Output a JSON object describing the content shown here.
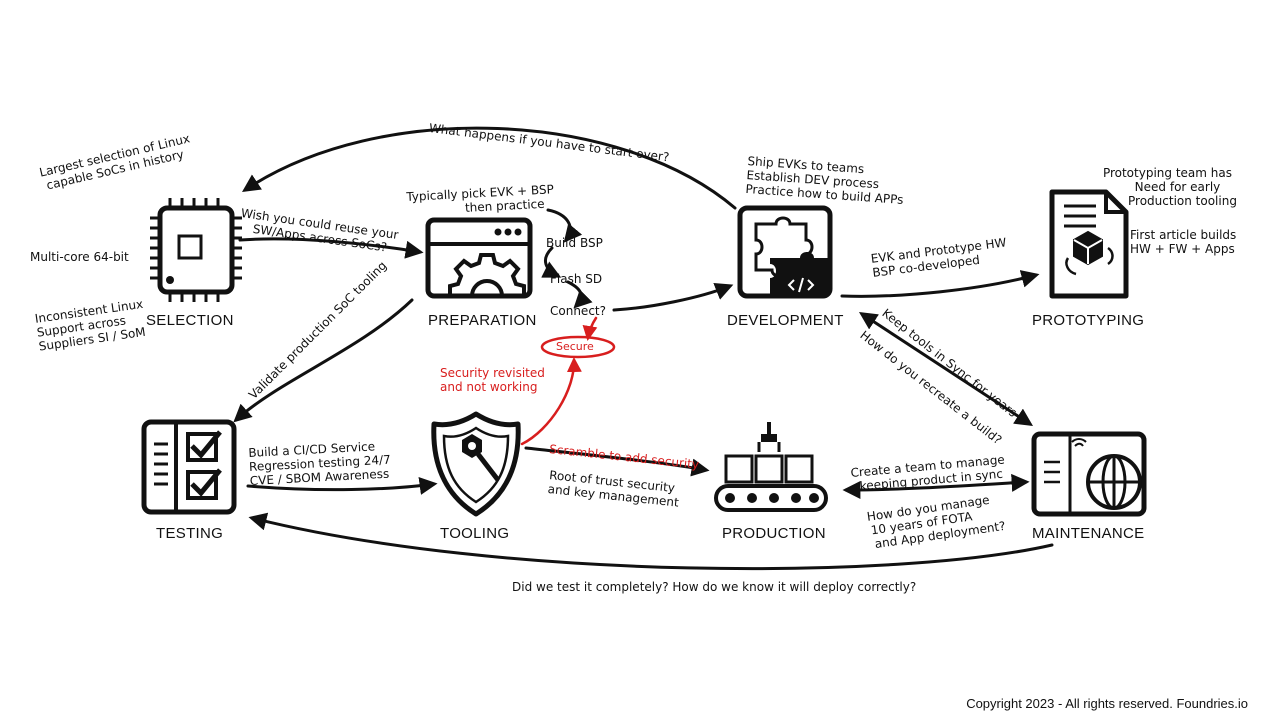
{
  "stages": {
    "selection": "SELECTION",
    "preparation": "PREPARATION",
    "development": "DEVELOPMENT",
    "prototyping": "PROTOTYPING",
    "testing": "TESTING",
    "tooling": "TOOLING",
    "production": "PRODUCTION",
    "maintenance": "MAINTENANCE"
  },
  "notes": {
    "largest_selection": [
      "Largest selection of Linux",
      "capable SoCs in history"
    ],
    "multicore": "Multi-core 64-bit",
    "inconsistent_linux": [
      "Inconsistent Linux",
      "Support across",
      "Suppliers SI / SoM"
    ],
    "wish_reuse": [
      "Wish you could reuse your",
      "SW/Apps across SoCs?"
    ],
    "start_over": "What happens if you have to start over?",
    "typically_pick": [
      "Typically pick EVK + BSP",
      "then practice"
    ],
    "build_bsp": "Build BSP",
    "flash_sd": "Flash SD",
    "connect": "Connect?",
    "secure": "Secure",
    "ship_evks": [
      "Ship EVKs to teams",
      "Establish DEV process",
      "Practice how to build APPs"
    ],
    "evk_prototype": [
      "EVK and Prototype HW",
      "BSP co-developed"
    ],
    "prototyping_team": [
      "Prototyping team has",
      "Need for early",
      "Production tooling"
    ],
    "first_article": [
      "First article builds",
      "HW + FW + Apps"
    ],
    "validate_soc": "Validate production SoC tooling",
    "security_revisited": [
      "Security revisited",
      "and not working"
    ],
    "keep_tools_sync": "Keep tools in Sync for years",
    "recreate_build": "How do you recreate a build?",
    "ci_cd": [
      "Build a CI/CD Service",
      "Regression testing 24/7",
      "CVE / SBOM Awareness"
    ],
    "scramble": "Scramble to add security",
    "root_of_trust": [
      "Root of trust security",
      "and key management"
    ],
    "create_team": [
      "Create a team to manage",
      "keeping product in sync"
    ],
    "manage_fota": [
      "How do you manage",
      "10 years of FOTA",
      "and App deployment?"
    ],
    "test_completely": "Did we test it completely?  How do we know it will deploy correctly?"
  },
  "icons": {
    "selection": "cpu-chip-icon",
    "preparation": "browser-gear-icon",
    "development": "puzzle-code-icon",
    "prototyping": "document-cube-icon",
    "testing": "checklist-icon",
    "tooling": "shield-wrench-icon",
    "production": "conveyor-belt-icon",
    "maintenance": "device-globe-icon"
  },
  "colors": {
    "ink": "#111111",
    "accent_red": "#d81e1e",
    "background": "#ffffff"
  },
  "copyright": "Copyright 2023  - All rights reserved.  Foundries.io"
}
